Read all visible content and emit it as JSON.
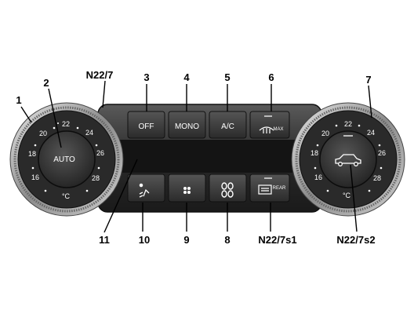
{
  "callouts": {
    "c1": "1",
    "c2": "2",
    "c3": "3",
    "c4": "4",
    "c5": "5",
    "c6": "6",
    "c7": "7",
    "c8": "8",
    "c9": "9",
    "c10": "10",
    "c11": "11",
    "n22_7": "N22/7",
    "n22_7s1": "N22/7s1",
    "n22_7s2": "N22/7s2"
  },
  "buttons": {
    "off": "OFF",
    "mono": "MONO",
    "ac": "A/C",
    "max": "MAX",
    "rear": "REAR"
  },
  "left_dial": {
    "center": "AUTO",
    "unit": "°C",
    "scale": [
      "16",
      "18",
      "20",
      "22",
      "24",
      "26",
      "28"
    ]
  },
  "right_dial": {
    "unit": "°C",
    "scale": [
      "16",
      "18",
      "20",
      "22",
      "24",
      "26",
      "28"
    ]
  },
  "icons": {
    "defrost": "windscreen-defrost-icon",
    "rear_defrost": "rear-window-defrost-icon",
    "airflow": "air-distribution-icon",
    "fan_low": "fan-low-icon",
    "fan_high": "fan-high-icon",
    "car": "car-icon"
  }
}
